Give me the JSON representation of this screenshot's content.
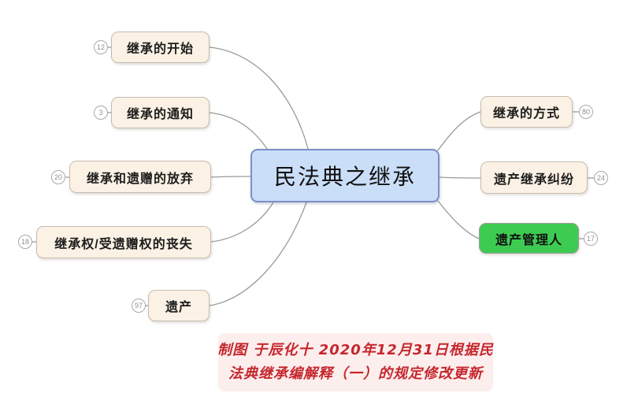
{
  "center": {
    "label": "民法典之继承"
  },
  "left_nodes": [
    {
      "label": "继承的开始",
      "badge": "12"
    },
    {
      "label": "继承的通知",
      "badge": "3"
    },
    {
      "label": "继承和遗赠的放弃",
      "badge": "20"
    },
    {
      "label": "继承权/受遗赠权的丧失",
      "badge": "18"
    },
    {
      "label": "遗产",
      "badge": "97"
    }
  ],
  "right_nodes": [
    {
      "label": "继承的方式",
      "badge": "80"
    },
    {
      "label": "遗产继承纠纷",
      "badge": "24"
    },
    {
      "label": "遗产管理人",
      "badge": "17",
      "highlighted": true
    }
  ],
  "note": {
    "line1": "制图 于辰化十 2020年12月31日根据民",
    "line2": "法典继承编解释（一）的规定修改更新"
  },
  "colors": {
    "branch_fill": "#fbf1e4",
    "branch_border": "#c6bcb1",
    "center_fill": "#cadef8",
    "center_border": "#7b90c7",
    "highlight_fill": "#3ecb52",
    "connector": "#9a9a9a",
    "note_text": "#c5272d",
    "note_bg": "#fdeeee"
  }
}
